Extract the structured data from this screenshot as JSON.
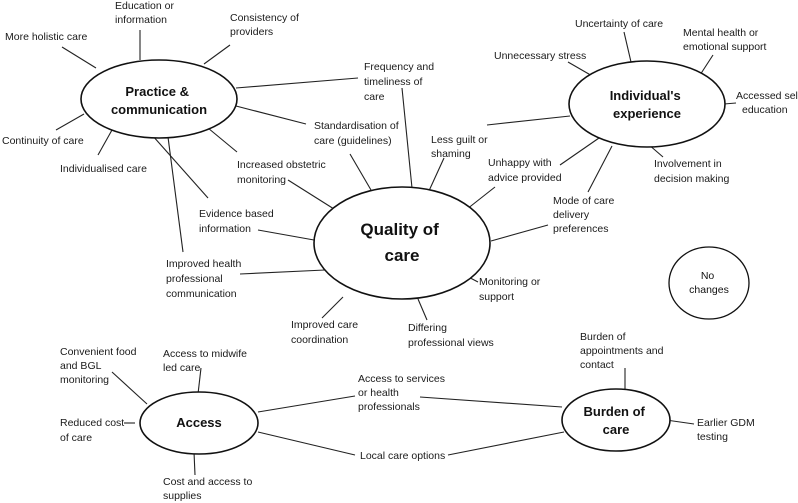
{
  "hubs": {
    "practice": [
      "Practice &",
      "communication"
    ],
    "individual": [
      "Individual's",
      "experience"
    ],
    "quality": [
      "Quality of",
      "care"
    ],
    "access": [
      "Access"
    ],
    "burden": [
      "Burden of",
      "care"
    ],
    "no_changes": [
      "No",
      "changes"
    ]
  },
  "labels": {
    "education": [
      "Education or",
      "information"
    ],
    "more_holistic": [
      "More holistic care"
    ],
    "consistency": [
      "Consistency of",
      "providers"
    ],
    "continuity": [
      "Continuity of care"
    ],
    "individualised": [
      "Individualised care"
    ],
    "frequency": [
      "Frequency and",
      "timeliness of",
      "care"
    ],
    "standardisation": [
      "Standardisation of",
      "care (guidelines)"
    ],
    "obstetric": [
      "Increased obstetric",
      "monitoring"
    ],
    "evidence": [
      "Evidence based",
      "information"
    ],
    "hp_communication": [
      "Improved health",
      "professional",
      "communication"
    ],
    "coordination": [
      "Improved care",
      "coordination"
    ],
    "differing": [
      "Differing",
      "professional views"
    ],
    "monitoring_support": [
      "Monitoring or",
      "support"
    ],
    "mode_delivery": [
      "Mode of care",
      "delivery",
      "preferences"
    ],
    "unhappy": [
      "Unhappy with",
      "advice provided"
    ],
    "less_guilt": [
      "Less guilt or",
      "shaming"
    ],
    "unnecessary_stress": [
      "Unnecessary stress"
    ],
    "uncertainty": [
      "Uncertainty of care"
    ],
    "mental_health": [
      "Mental health or",
      "emotional support"
    ],
    "self_education": [
      "Accessed self-",
      "education"
    ],
    "decision_making": [
      "Involvement in",
      "decision making"
    ],
    "convenient_food": [
      "Convenient food",
      "and BGL",
      "monitoring"
    ],
    "midwife": [
      "Access to midwife",
      "led care"
    ],
    "reduced_cost": [
      "Reduced cost",
      "of care"
    ],
    "cost_supplies": [
      "Cost and access to",
      "supplies"
    ],
    "access_services": [
      "Access to services",
      "or health",
      "professionals"
    ],
    "local_care": [
      "Local care options"
    ],
    "appointments": [
      "Burden of",
      "appointments and",
      "contact"
    ],
    "earlier_gdm": [
      "Earlier GDM",
      "testing"
    ]
  }
}
